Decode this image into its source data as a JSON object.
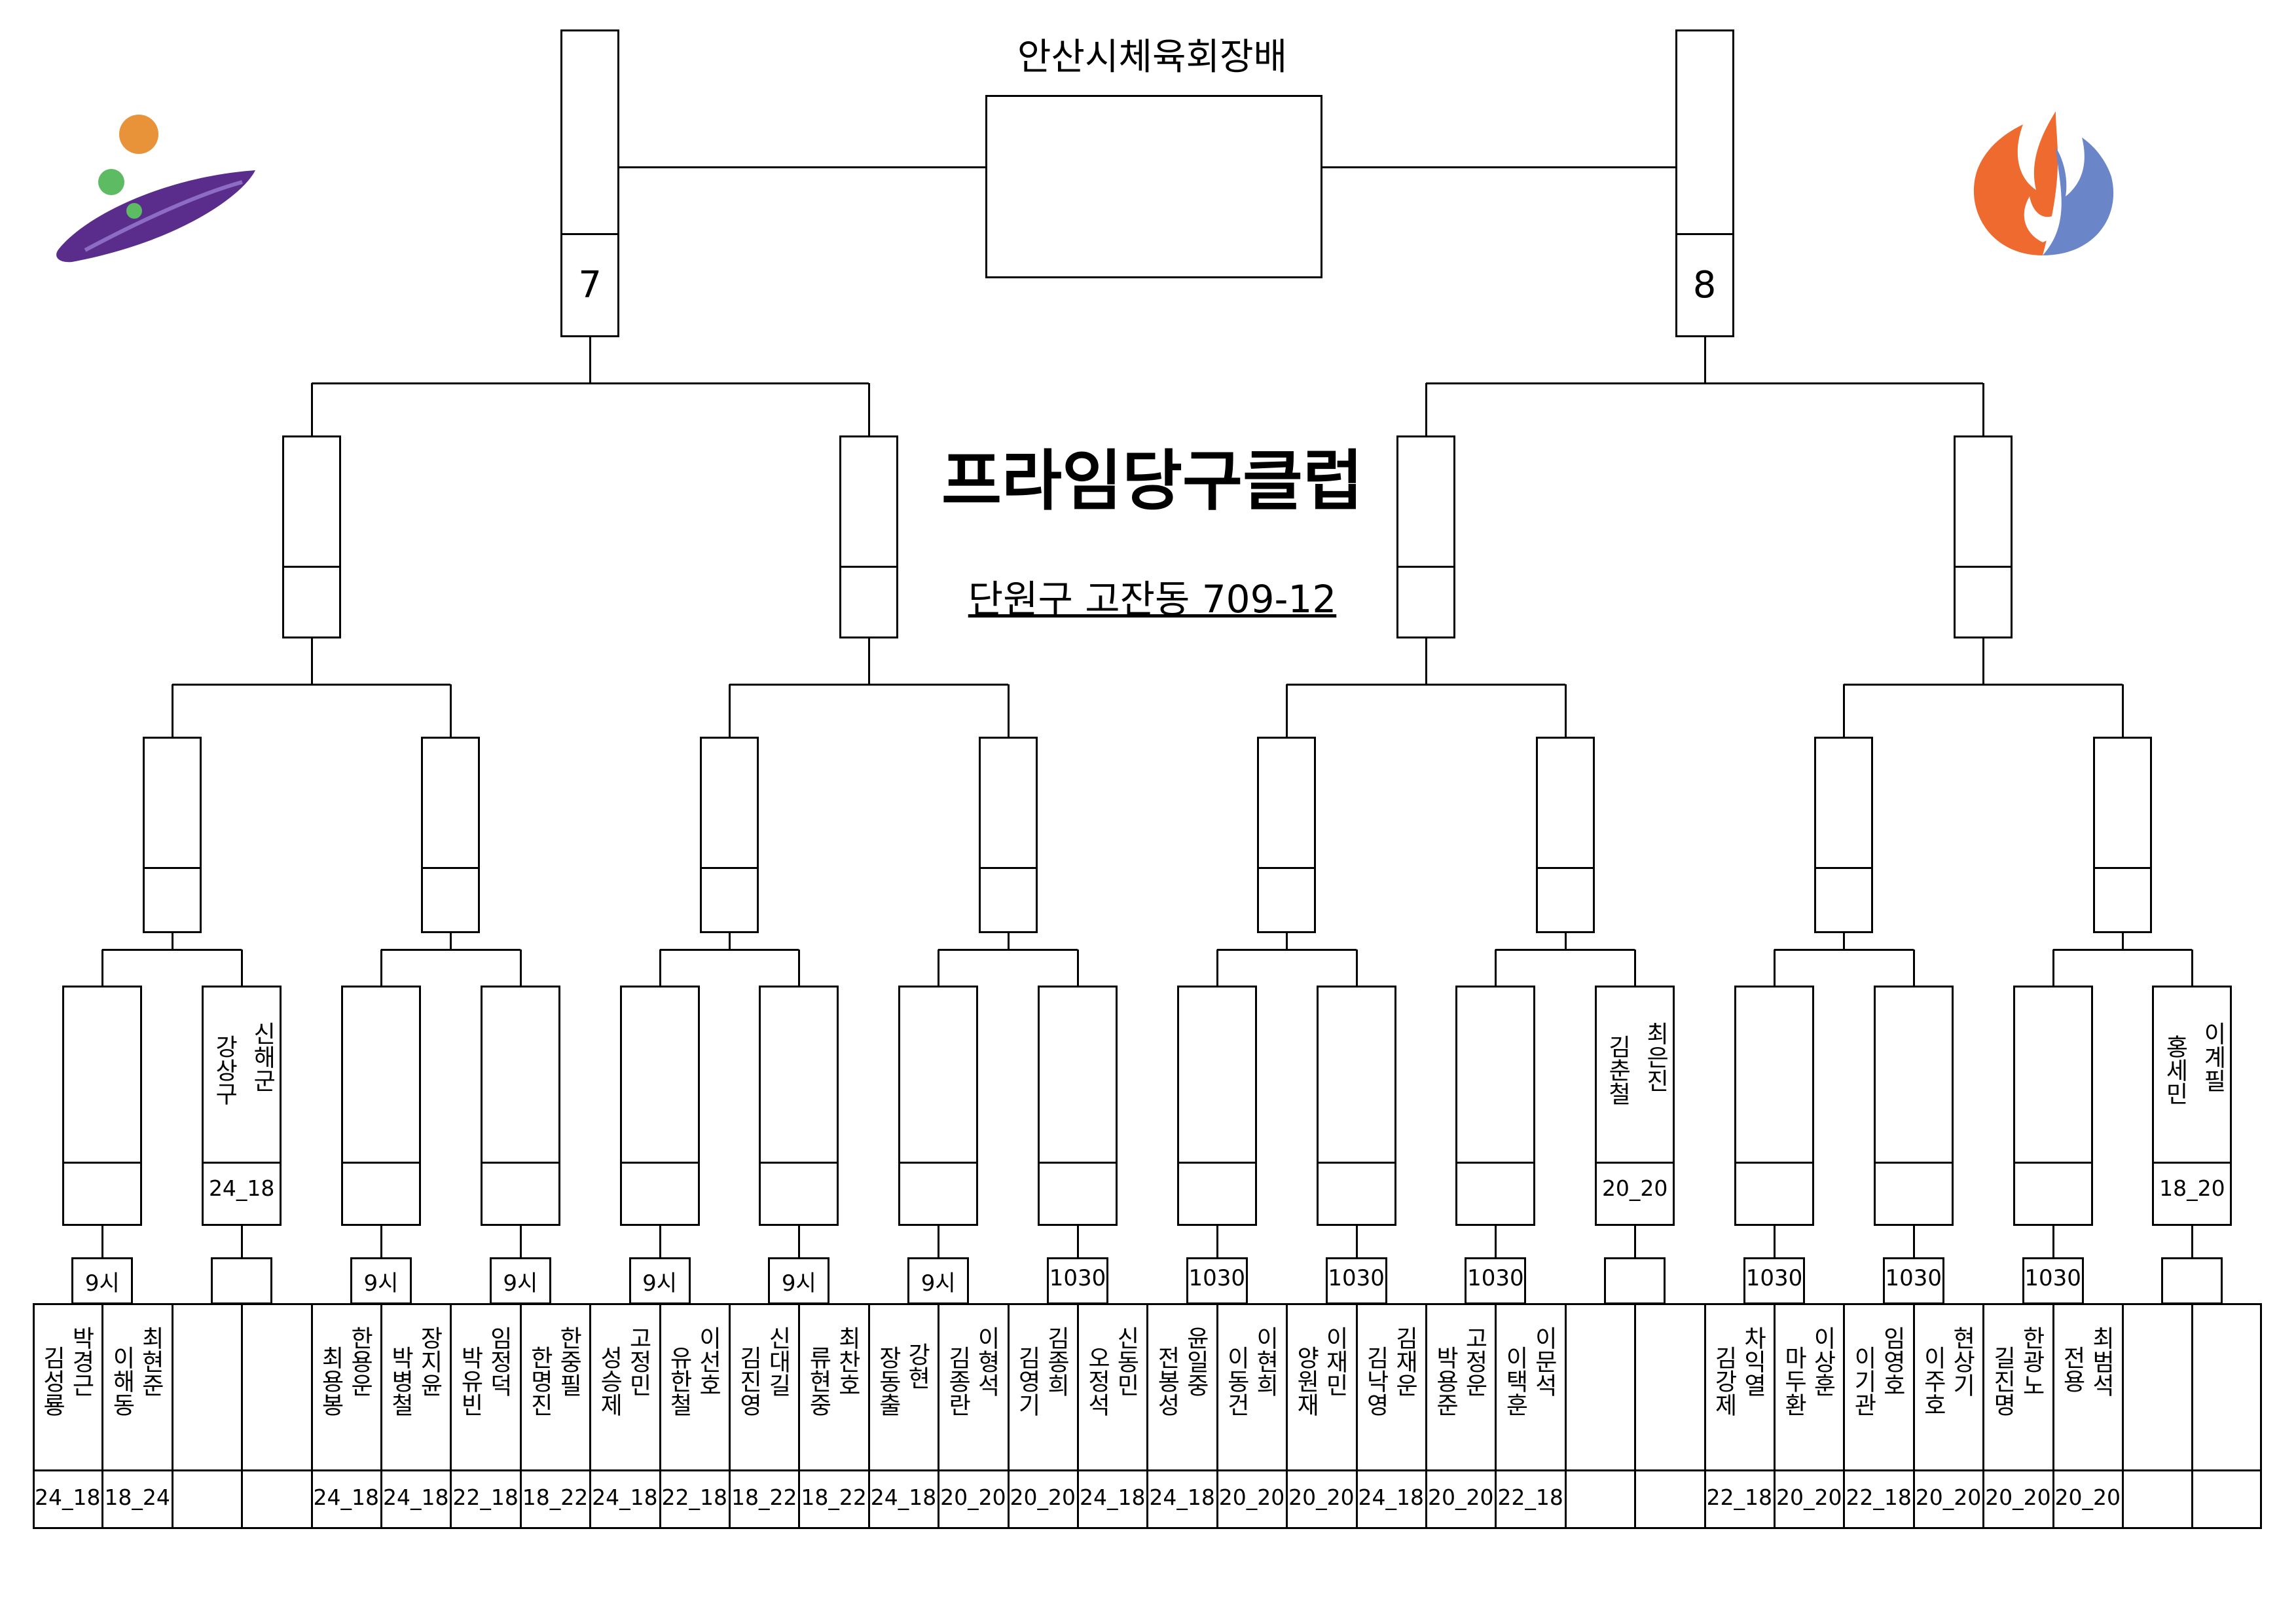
{
  "header": {
    "title": "안산시체육회장배",
    "club": "프라임당구클럽",
    "address": "단원구 고잔동 709-12",
    "left_number": "7",
    "right_number": "8"
  },
  "colors": {
    "logo_orange": "#e8923a",
    "logo_green": "#5dbb63",
    "logo_purple": "#5a2d8c",
    "flame_orange": "#ee6a2e",
    "flame_blue": "#6a86c9"
  },
  "icons": {
    "left_logo": "sport-council-logo-icon",
    "right_logo": "flame-logo-icon"
  },
  "top_entries": [
    {
      "names": [
        "신해군",
        "강상구"
      ],
      "score": "24_18"
    },
    {
      "names": [
        "최은진",
        "김춘철"
      ],
      "score": "20_20"
    },
    {
      "names": [
        "이계필",
        "홍세민"
      ],
      "score": "18_20"
    }
  ],
  "times": [
    "9시",
    "",
    "9시",
    "9시",
    "9시",
    "9시",
    "9시",
    "1030",
    "1030",
    "1030",
    "1030",
    "",
    "1030",
    "1030",
    "1030",
    ""
  ],
  "columns": [
    {
      "names": [
        "박경근",
        "김성룡"
      ],
      "score": "24_18"
    },
    {
      "names": [
        "최현준",
        "이해동"
      ],
      "score": "18_24"
    },
    {
      "names": [],
      "score": ""
    },
    {
      "names": [],
      "score": ""
    },
    {
      "names": [
        "한용운",
        "최용봉"
      ],
      "score": "24_18"
    },
    {
      "names": [
        "장지윤",
        "박병철"
      ],
      "score": "24_18"
    },
    {
      "names": [
        "임정덕",
        "박유빈"
      ],
      "score": "22_18"
    },
    {
      "names": [
        "한중필",
        "한명진"
      ],
      "score": "18_22"
    },
    {
      "names": [
        "고정민",
        "성승제"
      ],
      "score": "24_18"
    },
    {
      "names": [
        "이선호",
        "유한철"
      ],
      "score": "22_18"
    },
    {
      "names": [
        "신대길",
        "김진영"
      ],
      "score": "18_22"
    },
    {
      "names": [
        "최찬호",
        "류현중"
      ],
      "score": "18_22"
    },
    {
      "names": [
        "강현",
        "장동출"
      ],
      "score": "24_18"
    },
    {
      "names": [
        "이형석",
        "김종란"
      ],
      "score": "20_20"
    },
    {
      "names": [
        "김종희",
        "김영기"
      ],
      "score": "20_20"
    },
    {
      "names": [
        "신동민",
        "오정석"
      ],
      "score": "24_18"
    },
    {
      "names": [
        "윤일중",
        "전봉성"
      ],
      "score": "24_18"
    },
    {
      "names": [
        "이현희",
        "이동건"
      ],
      "score": "20_20"
    },
    {
      "names": [
        "이재민",
        "양원재"
      ],
      "score": "20_20"
    },
    {
      "names": [
        "김재운",
        "김낙영"
      ],
      "score": "24_18"
    },
    {
      "names": [
        "고정운",
        "박용준"
      ],
      "score": "20_20"
    },
    {
      "names": [
        "이문석",
        "이택훈"
      ],
      "score": "22_18"
    },
    {
      "names": [],
      "score": ""
    },
    {
      "names": [],
      "score": ""
    },
    {
      "names": [
        "차익열",
        "김강제"
      ],
      "score": "22_18"
    },
    {
      "names": [
        "이상훈",
        "마두환"
      ],
      "score": "20_20"
    },
    {
      "names": [
        "임영호",
        "이기관"
      ],
      "score": "22_18"
    },
    {
      "names": [
        "현상기",
        "이주호"
      ],
      "score": "20_20"
    },
    {
      "names": [
        "한광노",
        "길진명"
      ],
      "score": "20_20"
    },
    {
      "names": [
        "최범석",
        "전용"
      ],
      "score": "20_20"
    },
    {
      "names": [],
      "score": ""
    },
    {
      "names": [],
      "score": ""
    }
  ]
}
